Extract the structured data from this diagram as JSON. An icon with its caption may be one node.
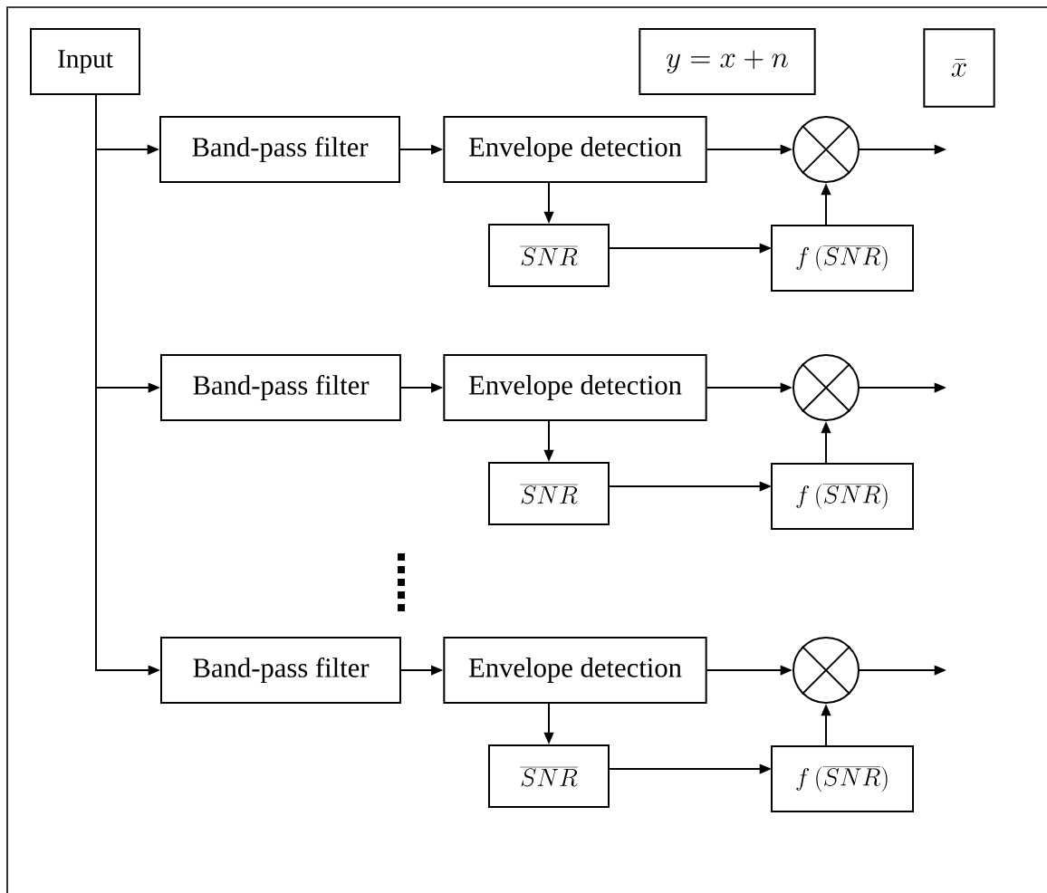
{
  "diagram": {
    "nodes": [
      {
        "text": [
          "Input"
        ]
      },
      {
        "text": [
          "y=x+n"
        ]
      },
      {
        "text": [
          "\\bar{x}"
        ]
      },
      {
        "text": [
          "Band-pass filter"
        ]
      },
      {
        "text": [
          "Envelope detection"
        ]
      },
      {
        "text": [],
        "shape": "circle"
      },
      {
        "text": [
          "\\overline{SNR}"
        ]
      },
      {
        "text": [
          "f\\,(\\overline{SNR})"
        ]
      },
      {
        "text": [
          "Band-pass filter"
        ]
      },
      {
        "text": [
          "Envelope detection"
        ]
      },
      {
        "text": [],
        "shape": "circle"
      },
      {
        "text": [
          "\\overline{SNR}"
        ]
      },
      {
        "text": [
          "f\\,(\\overline{SNR})"
        ]
      },
      {
        "text": [
          "Band-pass filter"
        ]
      },
      {
        "text": [
          "Envelope detection"
        ]
      },
      {
        "text": [],
        "shape": "circle"
      },
      {
        "text": [
          "\\overline{SNR}"
        ]
      },
      {
        "text": [
          "f\\,(\\overline{SNR})"
        ]
      }
    ],
    "edges": [
      {
        "from": 0,
        "to": 3,
        "arrow": "to"
      },
      {
        "from": 3,
        "to": 4,
        "arrow": "to"
      },
      {
        "from": 4,
        "to": 5,
        "arrow": "to"
      },
      {
        "from": 5,
        "to": null,
        "arrow": "to"
      },
      {
        "from": 4,
        "to": 6,
        "arrow": "to"
      },
      {
        "from": 6,
        "to": 7,
        "arrow": "to"
      },
      {
        "from": 7,
        "to": 5,
        "arrow": "to"
      },
      {
        "from": 0,
        "to": 8,
        "arrow": "to"
      },
      {
        "from": 8,
        "to": 9,
        "arrow": "to"
      },
      {
        "from": 9,
        "to": 10,
        "arrow": "to"
      },
      {
        "from": 10,
        "to": null,
        "arrow": "to"
      },
      {
        "from": 9,
        "to": 11,
        "arrow": "to"
      },
      {
        "from": 11,
        "to": 12,
        "arrow": "to"
      },
      {
        "from": 12,
        "to": 10,
        "arrow": "to"
      },
      {
        "from": 0,
        "to": 13,
        "arrow": "to"
      },
      {
        "from": 13,
        "to": 14,
        "arrow": "to"
      },
      {
        "from": 14,
        "to": 15,
        "arrow": "to"
      },
      {
        "from": 15,
        "to": null,
        "arrow": "to"
      },
      {
        "from": 14,
        "to": 16,
        "arrow": "to"
      },
      {
        "from": 16,
        "to": 17,
        "arrow": "to"
      },
      {
        "from": 17,
        "to": 15,
        "arrow": "to"
      }
    ]
  }
}
